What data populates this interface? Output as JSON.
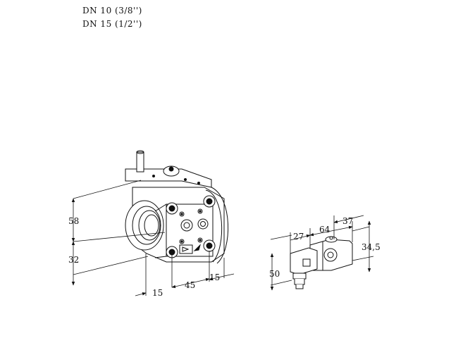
{
  "header": {
    "line1": "DN 10 (3/8'')",
    "line2": "DN 15 (1/2'')"
  },
  "dimensions": {
    "valve_height_upper": "58",
    "valve_height_lower": "32",
    "valve_offset_left": "15",
    "valve_offset_mid": "45",
    "valve_offset_right": "15",
    "coil_width_a": "27",
    "coil_width_b": "64",
    "coil_width_c": "37",
    "coil_height_right": "34,5",
    "coil_height_left": "50"
  }
}
